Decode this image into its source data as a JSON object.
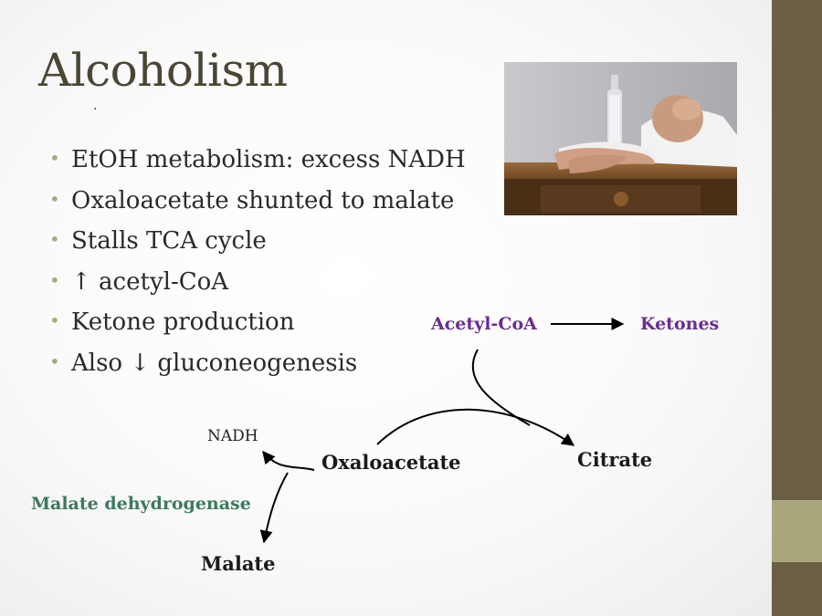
{
  "slide": {
    "title": "Alcoholism",
    "stray_mark": "."
  },
  "bullets": [
    "EtOH metabolism: excess NADH",
    "Oxaloacetate shunted to malate",
    "Stalls TCA cycle",
    "↑ acetyl-CoA",
    "Ketone production",
    "Also ↓ gluconeogenesis"
  ],
  "bullet_marker": "•",
  "diagram": {
    "acetyl_coa": "Acetyl-CoA",
    "ketones": "Ketones",
    "oxaloacetate": "Oxaloacetate",
    "citrate": "Citrate",
    "nadh": "NADH",
    "enzyme": "Malate dehydrogenase",
    "malate": "Malate"
  },
  "photo": {
    "description_icon": "person-passed-out-on-table-with-bottle-image"
  },
  "colors": {
    "title": "#4a4633",
    "bullet_marker": "#9fae7e",
    "metabolite_purple": "#6a2d91",
    "enzyme_green": "#3c7a5b",
    "sidebar": "#6b6045",
    "sidebar_accent": "#aaa77c"
  }
}
